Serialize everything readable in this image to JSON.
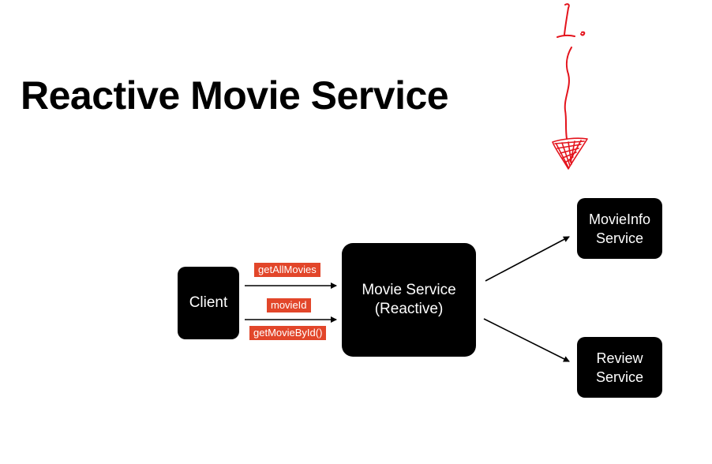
{
  "title": "Reactive Movie Service",
  "nodes": {
    "client": "Client",
    "movie_service": [
      "Movie Service",
      "(Reactive)"
    ],
    "movieinfo_service": [
      "MovieInfo",
      "Service"
    ],
    "review_service": [
      "Review",
      "Service"
    ]
  },
  "edge_labels": {
    "get_all_movies": "getAllMovies",
    "movie_id": "movieId",
    "get_movie_by_id": "getMovieById()"
  },
  "annotation": {
    "number": "1."
  },
  "colors": {
    "box": "#000000",
    "label_tag": "#e2462a",
    "annotation": "#e4131c"
  }
}
